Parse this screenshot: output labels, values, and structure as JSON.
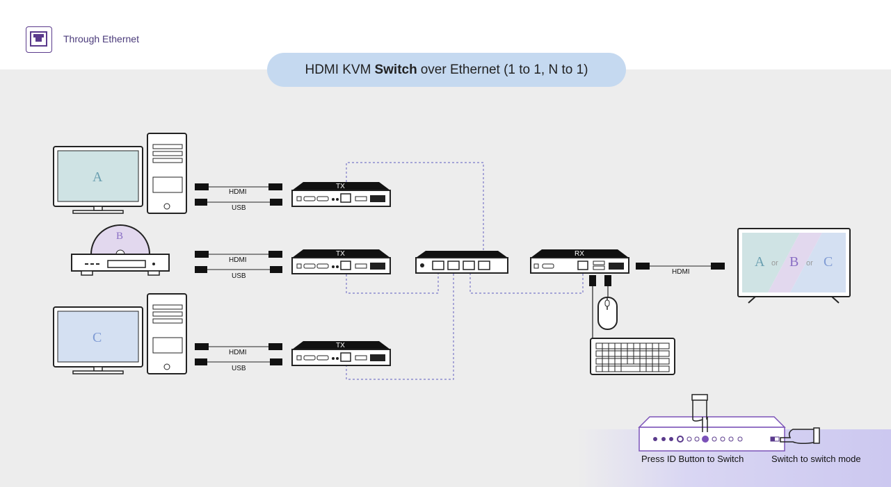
{
  "header": {
    "title": "Through Ethernet",
    "icon": "ethernet-port-icon"
  },
  "title": {
    "prefix": "HDMI KVM",
    "bold": "Switch",
    "suffix": "over Ethernet (1 to 1, N to 1)"
  },
  "sources": [
    {
      "letter": "A",
      "type": "computer",
      "color": "#cfe3e4"
    },
    {
      "letter": "B",
      "type": "player",
      "color": "#e2d8ee"
    },
    {
      "letter": "C",
      "type": "computer",
      "color": "#d4e0f2"
    }
  ],
  "cables": {
    "hdmi": "HDMI",
    "usb": "USB"
  },
  "tx_label": "TX",
  "rx_label": "RX",
  "output": {
    "a": "A",
    "b": "B",
    "c": "C",
    "or1": "or",
    "or2": "or"
  },
  "captions": {
    "press": "Press ID Button to Switch",
    "switch": "Switch to switch mode"
  },
  "colors": {
    "dashed_line": "#7a78c8",
    "purple_accent": "#5a3a8c",
    "panel_purple": "#7b52b8"
  }
}
